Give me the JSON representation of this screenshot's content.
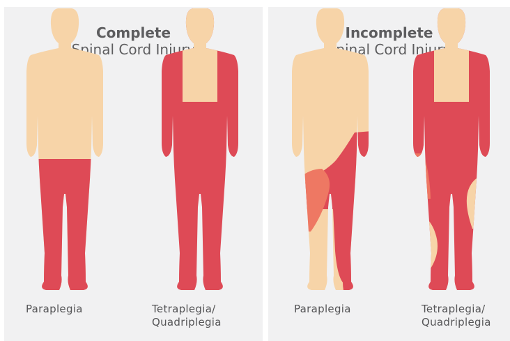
{
  "colors": {
    "background": "#f1f1f2",
    "skin": "#f7d4a8",
    "affected": "#de4a56",
    "partial": "#ee7863",
    "text": "#5d5d5f"
  },
  "panels": [
    {
      "title_line1": "Complete",
      "title_line2": "Spinal Cord Injury",
      "figures": [
        {
          "caption_line1": "Paraplegia",
          "caption_line2": ""
        },
        {
          "caption_line1": "Tetraplegia/",
          "caption_line2": "Quadriplegia"
        }
      ]
    },
    {
      "title_line1": "Incomplete",
      "title_line2": "Spinal Cord Injury",
      "figures": [
        {
          "caption_line1": "Paraplegia",
          "caption_line2": ""
        },
        {
          "caption_line1": "Tetraplegia/",
          "caption_line2": "Quadriplegia"
        }
      ]
    }
  ]
}
